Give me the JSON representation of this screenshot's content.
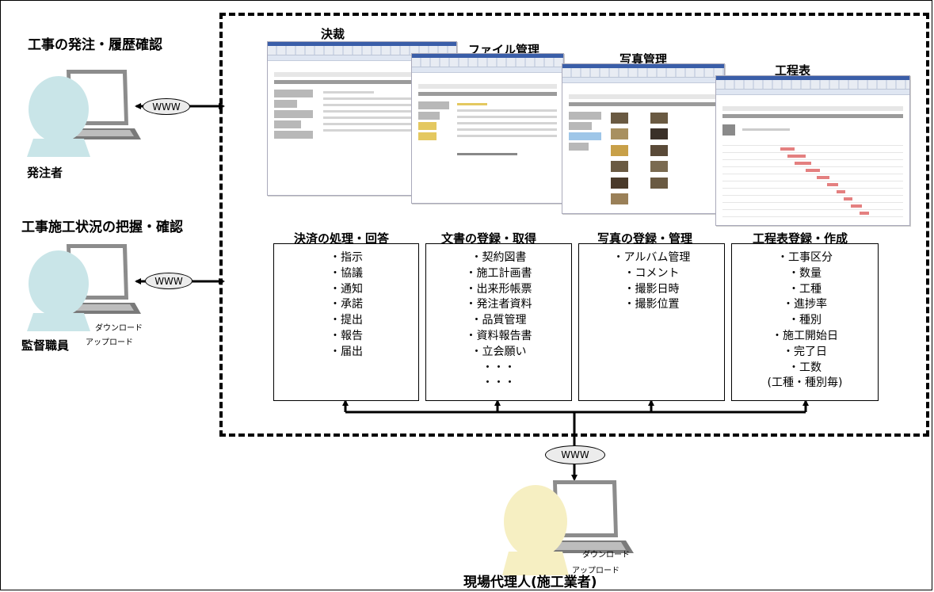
{
  "labels": {
    "orderer_title": "工事の発注・履歴確認",
    "orderer_name": "発注者",
    "supervisor_title": "工事施工状況の把握・確認",
    "supervisor_name": "監督職員",
    "contractor_name": "現場代理人(施工業者)",
    "download": "ダウンロード",
    "upload": "アップロード",
    "www": "WWW"
  },
  "screens": [
    {
      "title": "決裁"
    },
    {
      "title": "ファイル管理"
    },
    {
      "title": "写真管理"
    },
    {
      "title": "工程表"
    }
  ],
  "functions": [
    {
      "title": "決済の処理・回答",
      "items": [
        "・指示",
        "・協議",
        "・通知",
        "・承諾",
        "・提出",
        "・報告",
        "・届出"
      ]
    },
    {
      "title": "文書の登録・取得",
      "items": [
        "・契約図書",
        "・施工計画書",
        "・出来形帳票",
        "・発注者資料",
        "・品質管理",
        "・資料報告書",
        "・立会願い",
        "・・・",
        "・・・"
      ]
    },
    {
      "title": "写真の登録・管理",
      "items": [
        "・アルバム管理",
        "・コメント",
        "・撮影日時",
        "・撮影位置"
      ]
    },
    {
      "title": "工程表登録・作成",
      "items": [
        "・工事区分",
        "・数量",
        "・工種",
        "・進捗率",
        "・種別",
        "・施工開始日",
        "・完了日",
        "・工数",
        "(工種・種別毎)"
      ]
    }
  ],
  "colors": {
    "person_blue": "#c9e5e8",
    "person_yellow": "#f6efc2",
    "laptop_screen": "#ffffff",
    "laptop_body": "#8c8c8c",
    "gantt_bar": "#e48080"
  },
  "icons": [
    "person-icon",
    "laptop-icon"
  ]
}
